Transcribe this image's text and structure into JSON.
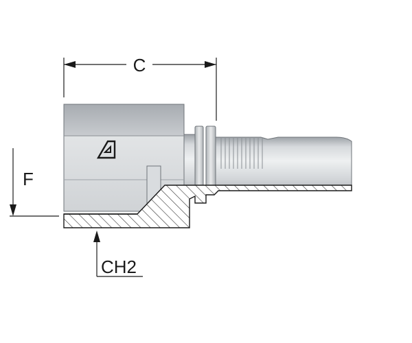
{
  "dimensions": {
    "c_label": "C",
    "f_label": "F",
    "ch2_label": "CH2"
  },
  "colors": {
    "body_light": "#e6e8ea",
    "body_mid": "#c9ccd0",
    "body_dark": "#9ea3a8",
    "outline": "#6e7378",
    "line": "#1a1a1a",
    "hatch": "#333333"
  },
  "icons": {
    "logo": "manufacturer-logo-icon"
  }
}
